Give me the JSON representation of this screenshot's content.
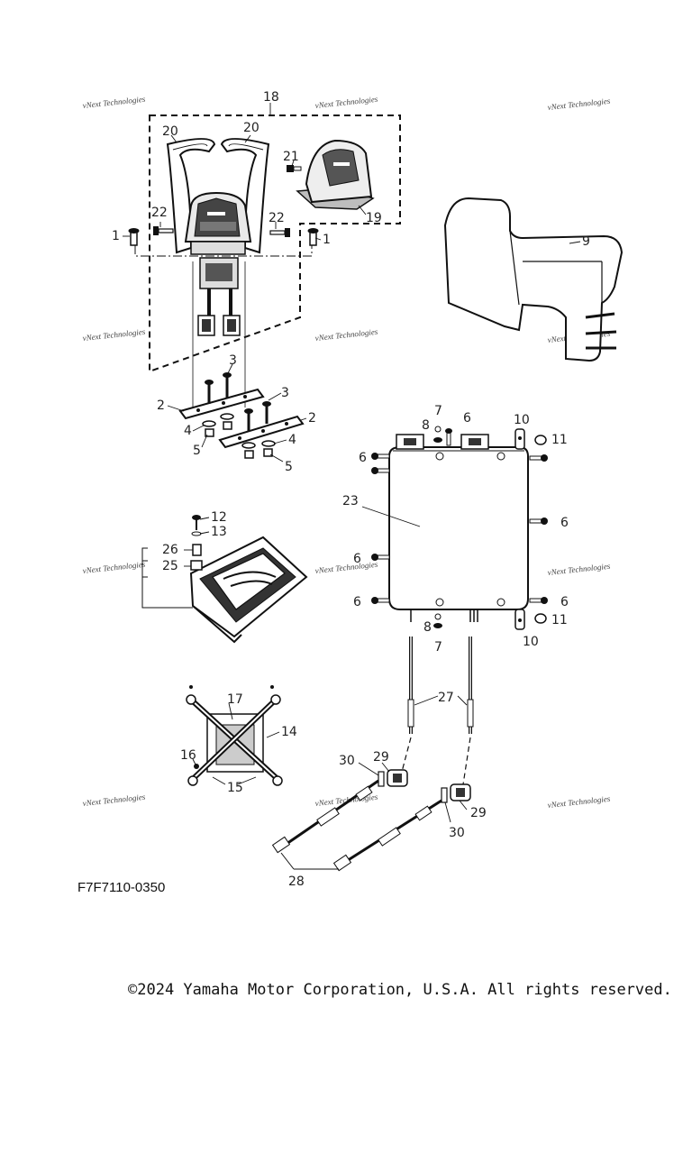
{
  "diagram": {
    "figure_code": "F7F7110-0350",
    "copyright": "©2024 Yamaha Motor Corporation, U.S.A. All rights reserved.",
    "watermark": "vNext Technologies",
    "part_labels": {
      "p1": "1",
      "p2": "2",
      "p3": "3",
      "p4": "4",
      "p5": "5",
      "p6": "6",
      "p7": "7",
      "p8": "8",
      "p9": "9",
      "p10": "10",
      "p11": "11",
      "p12": "12",
      "p13": "13",
      "p14": "14",
      "p15": "15",
      "p16": "16",
      "p17": "17",
      "p18": "18",
      "p19": "19",
      "p20": "20",
      "p21": "21",
      "p22": "22",
      "p23": "23",
      "p25": "25",
      "p26": "26",
      "p27": "27",
      "p28": "28",
      "p29": "29",
      "p30": "30"
    }
  }
}
